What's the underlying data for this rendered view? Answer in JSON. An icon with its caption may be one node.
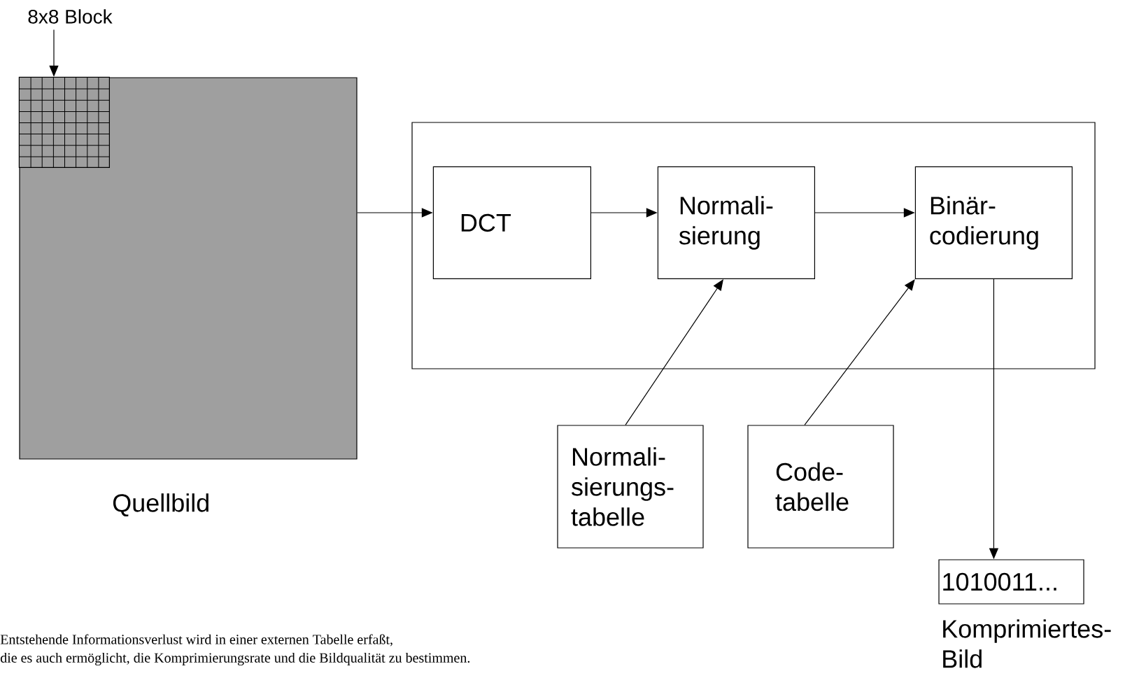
{
  "diagram": {
    "nodes": [
      {
        "text": [
          "8x8 Block"
        ]
      },
      {
        "text": [],
        "shape": "box",
        "beside": [
          "Quellbild"
        ]
      },
      {
        "text": [],
        "shape": "box",
        "in": 1
      },
      {
        "text": [],
        "shape": "box"
      },
      {
        "text": [
          "DCT"
        ],
        "in": 3
      },
      {
        "text": [
          "Normali- sierung"
        ],
        "in": 3
      },
      {
        "text": [
          "Binär- codierung"
        ],
        "in": 3
      },
      {
        "text": [
          "Normali- sierungs- tabelle"
        ]
      },
      {
        "text": [
          "Code- tabelle"
        ]
      },
      {
        "text": [
          "1010011..."
        ],
        "beside": [
          "Komprimiertes- Bild"
        ]
      }
    ],
    "edges": [
      {
        "from": 0,
        "to": 2,
        "arrow": "to"
      },
      {
        "from": 1,
        "to": 4,
        "arrow": "to"
      },
      {
        "from": 4,
        "to": 5,
        "arrow": "to"
      },
      {
        "from": 5,
        "to": 6,
        "arrow": "to"
      },
      {
        "from": 7,
        "to": 5,
        "arrow": "to"
      },
      {
        "from": 8,
        "to": 6,
        "arrow": "to"
      },
      {
        "from": 6,
        "to": 9,
        "arrow": "to"
      }
    ],
    "labels": [
      "Entstehende Informationsverlust wird in einer externen Tabelle erfaßt,",
      "die es auch ermöglicht, die Komprimierungsrate und die Bildqualität zu bestimmen."
    ]
  }
}
